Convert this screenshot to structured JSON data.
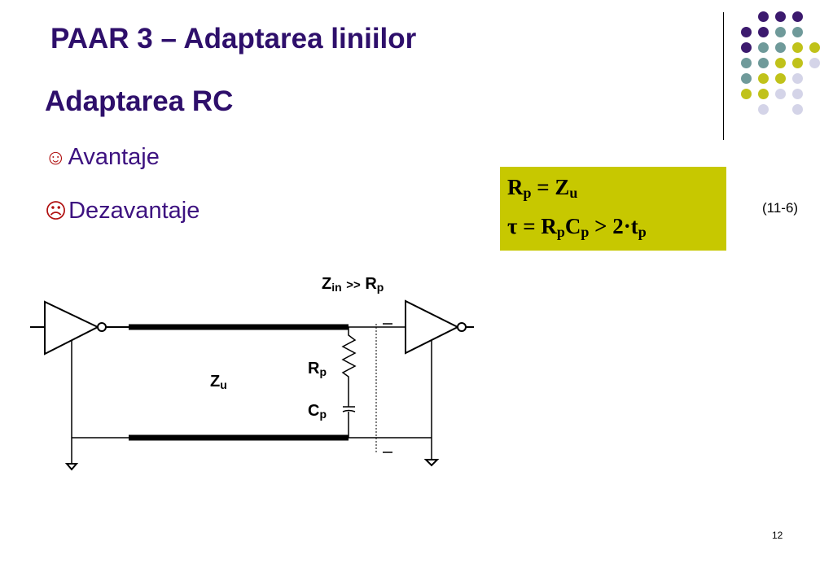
{
  "slide": {
    "title": "PAAR 3 – Adaptarea liniilor",
    "subtitle": "Adaptarea RC",
    "bullets": [
      {
        "symbol": "☺",
        "symbol_icon": "smiley-icon",
        "text": "Avantaje"
      },
      {
        "symbol": "☹",
        "symbol_icon": "frowny-icon",
        "text": "Dezavantaje"
      }
    ],
    "equation_number": "(11-6)",
    "page_number": "12"
  },
  "formula": {
    "line1": {
      "R": "R",
      "R_sub": "p",
      "op": " = ",
      "Z": "Z",
      "Z_sub": "u"
    },
    "line2": {
      "tau": "τ",
      "eq": " = ",
      "R": "R",
      "R_sub": "p",
      "C": "C",
      "C_sub": "p",
      "gt": " > 2·",
      "t": "t",
      "t_sub": "p"
    },
    "background_color": "#c7c800"
  },
  "circuit": {
    "zin": "Z",
    "zin_sub": "in",
    "gg": ">>",
    "rp_top": "R",
    "rp_top_sub": "p",
    "zu": "Z",
    "zu_sub": "u",
    "rp": "R",
    "rp_sub": "p",
    "cp": "C",
    "cp_sub": "p"
  },
  "colors": {
    "title": "#2e0f6b",
    "purple": "#3c1a6e",
    "teal": "#6f9a9a",
    "olive": "#c0c21a",
    "lavender": "#d4d4e8"
  }
}
